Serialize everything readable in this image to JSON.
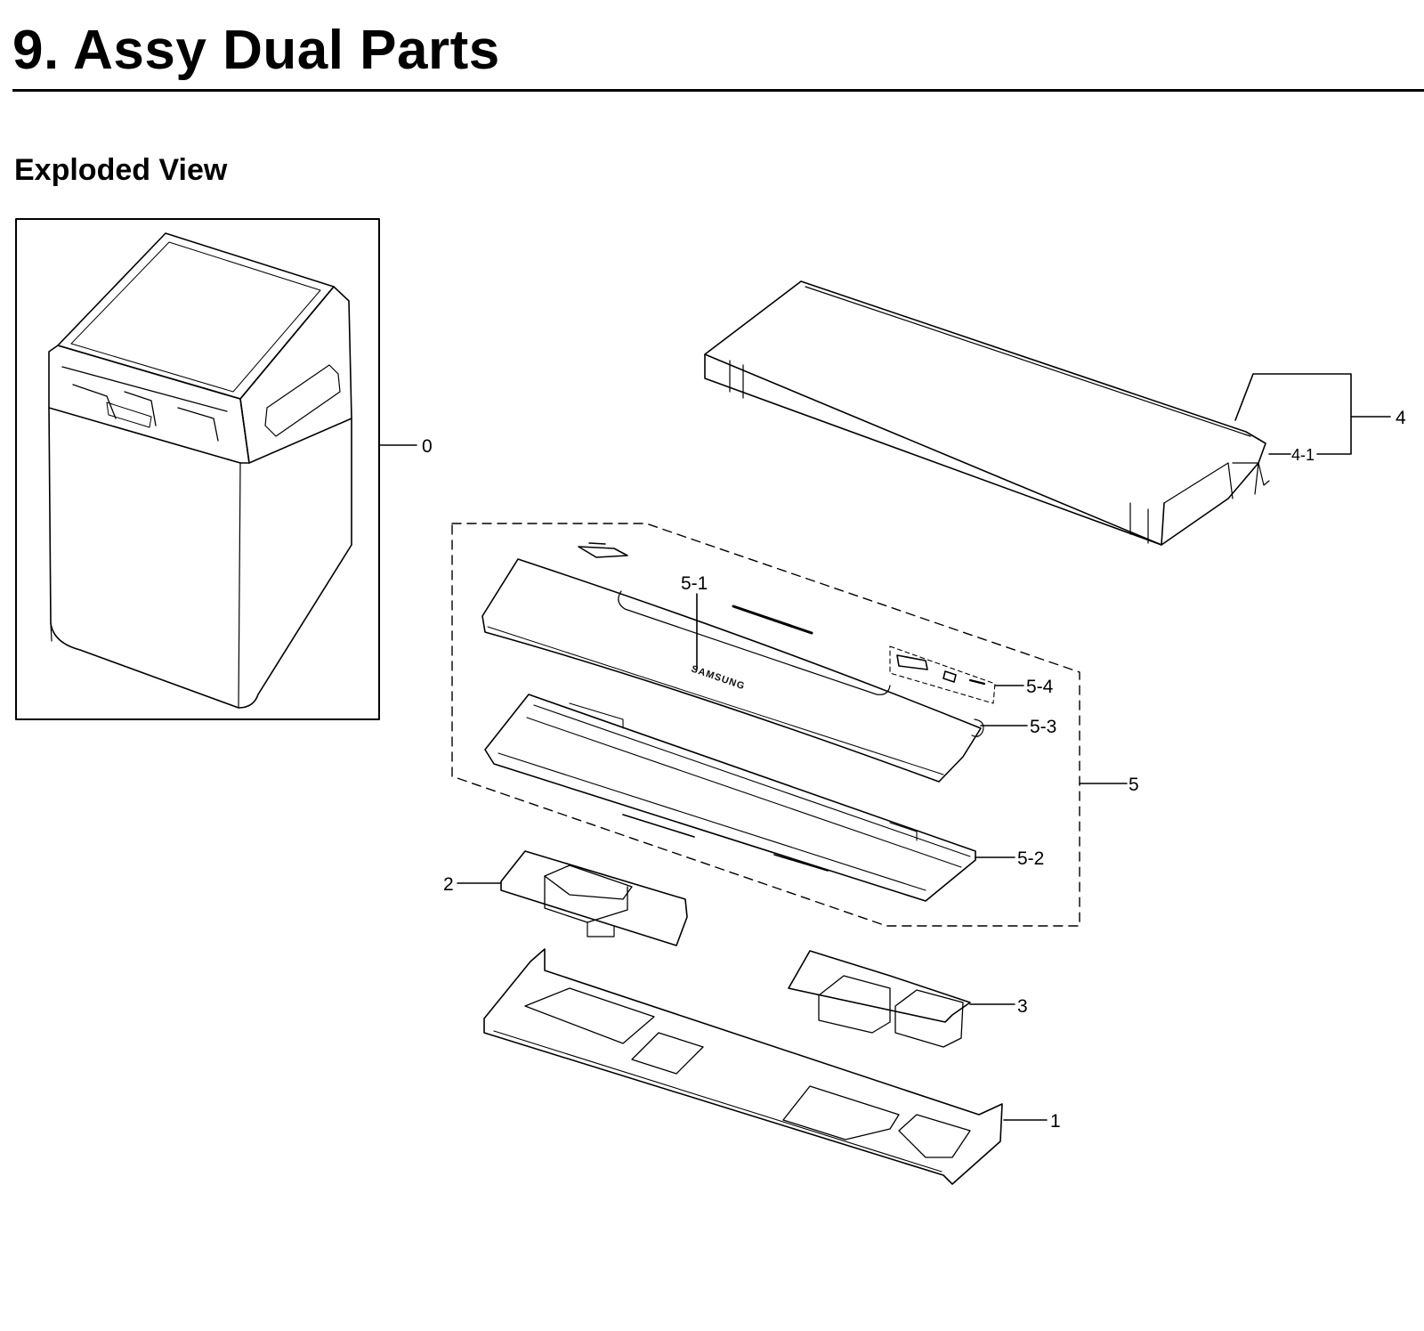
{
  "header": {
    "title": "9.  Assy Dual Parts",
    "subtitle": "Exploded View"
  },
  "callouts": {
    "c0": "0",
    "c1": "1",
    "c2": "2",
    "c3": "3",
    "c4": "4",
    "c4_1": "4-1",
    "c5": "5",
    "c5_1": "5-1",
    "c5_2": "5-2",
    "c5_3": "5-3",
    "c5_4": "5-4"
  },
  "labels": {
    "brand_logo": "SAMSUNG"
  },
  "colors": {
    "line": "#000000",
    "background": "#ffffff"
  }
}
